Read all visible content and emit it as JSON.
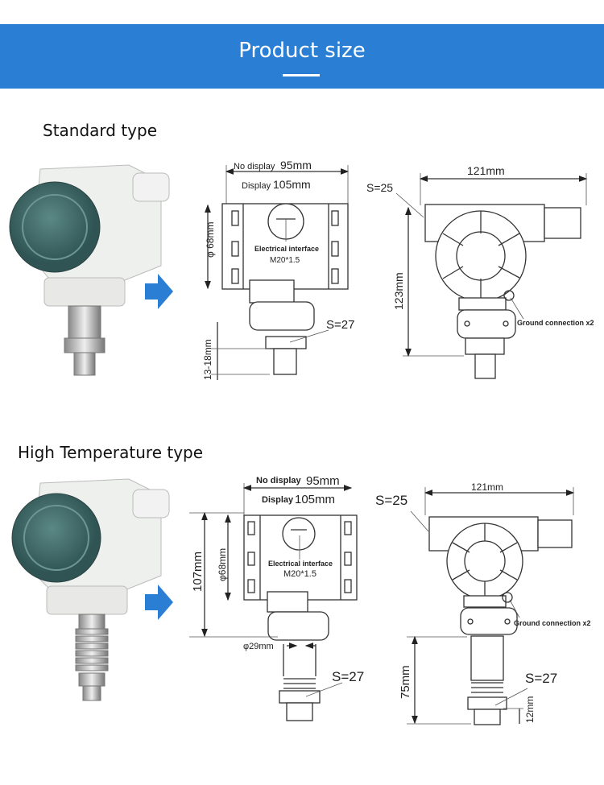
{
  "banner": {
    "title": "Product size"
  },
  "sections": [
    {
      "title": "Standard type",
      "front": {
        "no_display": "No display",
        "no_display_dim": "95mm",
        "display": "Display",
        "display_dim": "105mm",
        "diameter": "φ 68mm",
        "interface": "Electrical interface",
        "thread": "M20*1.5",
        "wrench": "S=27",
        "thread_len": "13-18mm"
      },
      "side": {
        "width": "121mm",
        "wrench_top": "S=25",
        "height": "123mm",
        "ground": "Ground connection x2"
      }
    },
    {
      "title": "High Temperature type",
      "front": {
        "no_display": "No display",
        "no_display_dim": "95mm",
        "display": "Display",
        "display_dim": "105mm",
        "diameter": "φ68mm",
        "height": "107mm",
        "interface": "Electrical interface",
        "thread": "M20*1.5",
        "neck": "φ29mm",
        "wrench": "S=27"
      },
      "side": {
        "width": "121mm",
        "wrench_top": "S=25",
        "ground": "Ground connection x2",
        "neck_len": "75mm",
        "wrench": "S=27",
        "thread_len": "12mm"
      }
    }
  ],
  "colors": {
    "banner": "#2a7fd4",
    "arrow": "#2a7fd4",
    "cover": "#3f6b6a"
  }
}
